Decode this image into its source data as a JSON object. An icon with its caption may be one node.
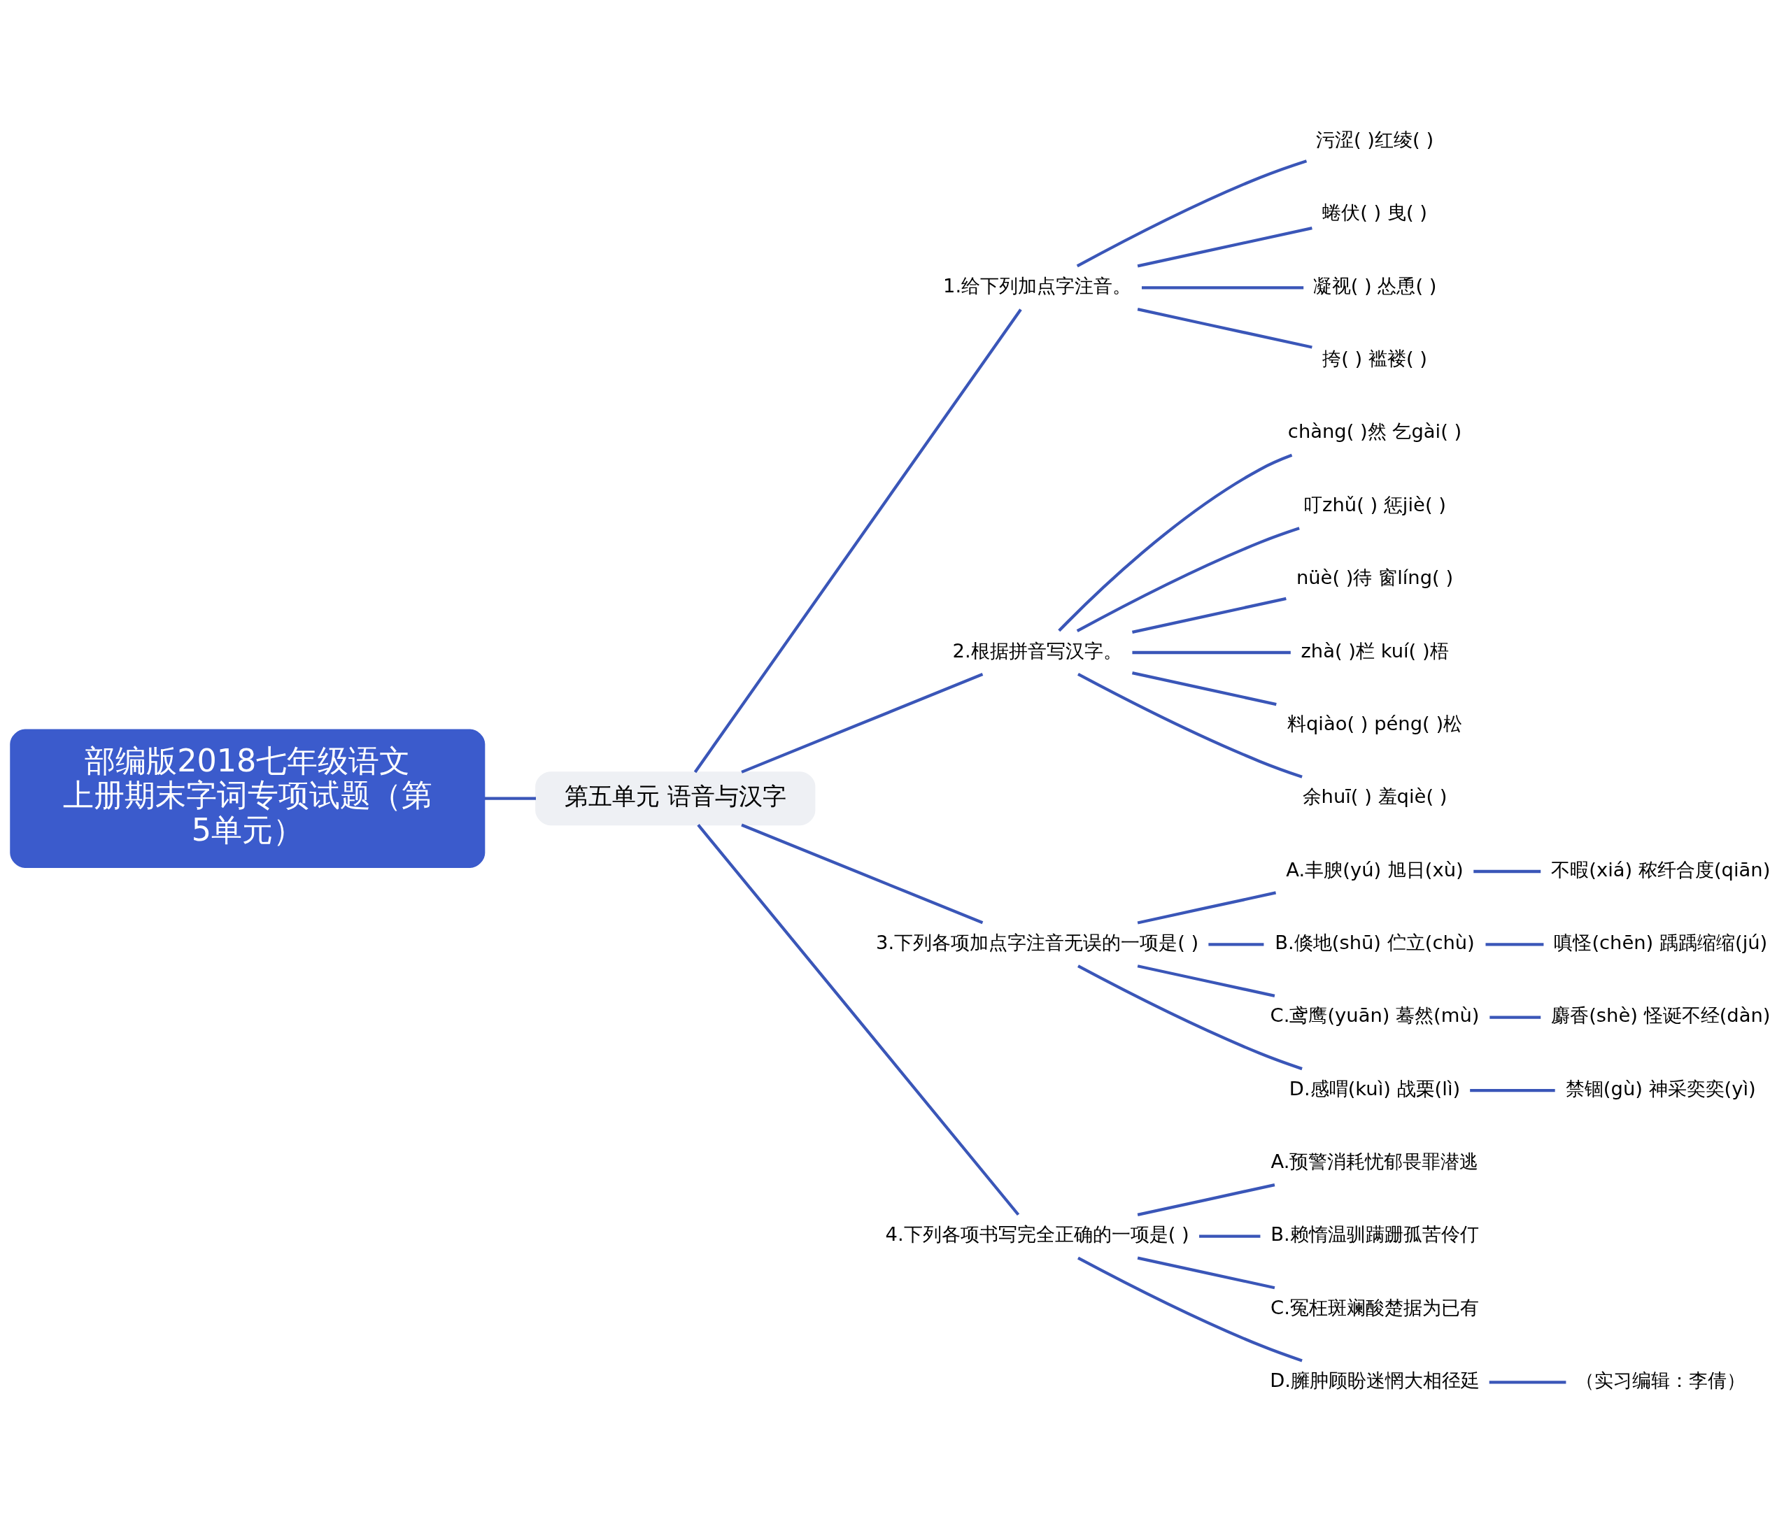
{
  "diagram": {
    "nodes": [
      {
        "text": [
          "部编版2018七年级语文上册期末字词专项试题（第5单元）"
        ]
      },
      {
        "text": [
          "第五单元 语音与汉字"
        ]
      },
      {
        "text": [
          "1.给下列加点字注音。"
        ]
      },
      {
        "text": [
          "污涩( )红绫( )"
        ]
      },
      {
        "text": [
          "蜷伏( ) 曳( )"
        ]
      },
      {
        "text": [
          "凝视( ) 怂恿( )"
        ]
      },
      {
        "text": [
          "挎( ) 褴褛( )"
        ]
      },
      {
        "text": [
          "2.根据拼音写汉字。"
        ]
      },
      {
        "text": [
          "chàng( )然 乞gài( )"
        ]
      },
      {
        "text": [
          "叮zhǔ( ) 惩jiè( )"
        ]
      },
      {
        "text": [
          "nüè( )待 窗líng( )"
        ]
      },
      {
        "text": [
          "zhà( )栏 kuí( )梧"
        ]
      },
      {
        "text": [
          "料qiào( ) péng( )松"
        ]
      },
      {
        "text": [
          "余huī( ) 羞qiè( )"
        ]
      },
      {
        "text": [
          "3.下列各项加点字注音无误的一项是( )"
        ]
      },
      {
        "text": [
          "A.丰腴(yú) 旭日(xù)"
        ]
      },
      {
        "text": [
          "不暇(xiá) 秾纤合度(qiān)"
        ]
      },
      {
        "text": [
          "B.倏地(shū) 伫立(chù)"
        ]
      },
      {
        "text": [
          "嗔怪(chēn) 踽踽缩缩(jú)"
        ]
      },
      {
        "text": [
          "C.鸢鹰(yuān) 蓦然(mù)"
        ]
      },
      {
        "text": [
          "麝香(shè) 怪诞不经(dàn)"
        ]
      },
      {
        "text": [
          "D.感喟(kuì) 战栗(lì)"
        ]
      },
      {
        "text": [
          "禁锢(gù) 神采奕奕(yì)"
        ]
      },
      {
        "text": [
          "4.下列各项书写完全正确的一项是( )"
        ]
      },
      {
        "text": [
          "A.预警消耗忧郁畏罪潜逃"
        ]
      },
      {
        "text": [
          "B.赖惰温驯蹒跚孤苦伶仃"
        ]
      },
      {
        "text": [
          "C.冤枉斑斓酸楚据为已有"
        ]
      },
      {
        "text": [
          "D.臃肿顾盼迷惘大相径廷"
        ]
      },
      {
        "text": [
          "（实习编辑：李倩）"
        ]
      }
    ],
    "edges": [
      {
        "from": 0,
        "to": 1,
        "arrow": "none"
      },
      {
        "from": 1,
        "to": 2,
        "arrow": "none"
      },
      {
        "from": 2,
        "to": 3,
        "arrow": "none"
      },
      {
        "from": 2,
        "to": 4,
        "arrow": "none"
      },
      {
        "from": 2,
        "to": 5,
        "arrow": "none"
      },
      {
        "from": 2,
        "to": 6,
        "arrow": "none"
      },
      {
        "from": 1,
        "to": 7,
        "arrow": "none"
      },
      {
        "from": 7,
        "to": 8,
        "arrow": "none"
      },
      {
        "from": 7,
        "to": 9,
        "arrow": "none"
      },
      {
        "from": 7,
        "to": 10,
        "arrow": "none"
      },
      {
        "from": 7,
        "to": 11,
        "arrow": "none"
      },
      {
        "from": 7,
        "to": 12,
        "arrow": "none"
      },
      {
        "from": 7,
        "to": 13,
        "arrow": "none"
      },
      {
        "from": 1,
        "to": 14,
        "arrow": "none"
      },
      {
        "from": 14,
        "to": 15,
        "arrow": "none"
      },
      {
        "from": 15,
        "to": 16,
        "arrow": "none"
      },
      {
        "from": 14,
        "to": 17,
        "arrow": "none"
      },
      {
        "from": 17,
        "to": 18,
        "arrow": "none"
      },
      {
        "from": 14,
        "to": 19,
        "arrow": "none"
      },
      {
        "from": 19,
        "to": 20,
        "arrow": "none"
      },
      {
        "from": 14,
        "to": 21,
        "arrow": "none"
      },
      {
        "from": 21,
        "to": 22,
        "arrow": "none"
      },
      {
        "from": 1,
        "to": 23,
        "arrow": "none"
      },
      {
        "from": 23,
        "to": 24,
        "arrow": "none"
      },
      {
        "from": 23,
        "to": 25,
        "arrow": "none"
      },
      {
        "from": 23,
        "to": 26,
        "arrow": "none"
      },
      {
        "from": 23,
        "to": 27,
        "arrow": "none"
      },
      {
        "from": 27,
        "to": 28,
        "arrow": "none"
      }
    ]
  }
}
